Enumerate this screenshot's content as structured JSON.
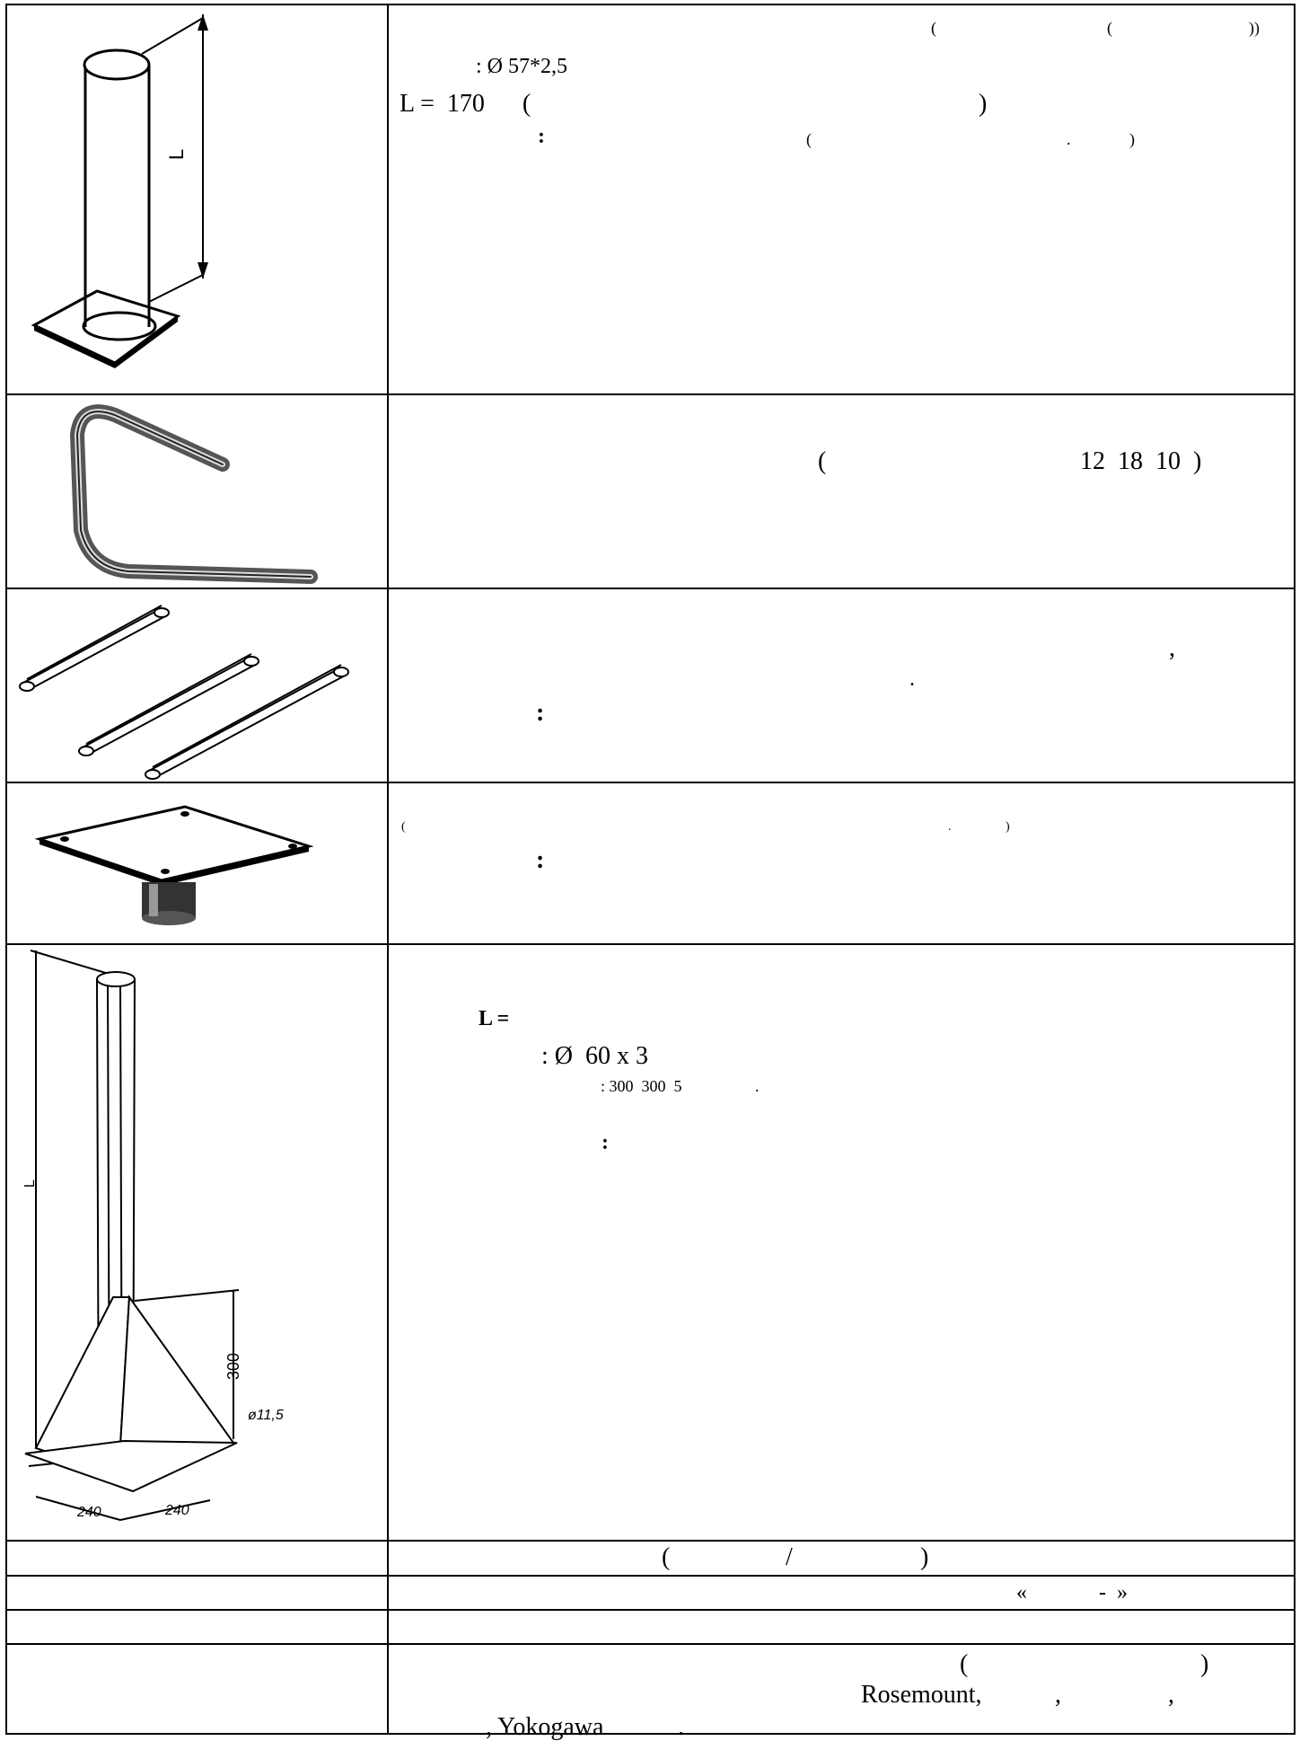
{
  "rows": [
    {
      "lines": [
        "(",
        "(",
        "))",
        ": Ø 57*2,5",
        "L =  170      (",
        ")",
        ":",
        "(",
        ".",
        ")"
      ]
    },
    {
      "lines": [
        "(",
        "12  18  10  )"
      ]
    },
    {
      "lines": [
        ",",
        ".",
        ":"
      ]
    },
    {
      "lines": [
        "(",
        ".",
        ")",
        ":"
      ]
    },
    {
      "lines": [
        "L =",
        ": Ø  60 x 3",
        ": 300  300  5",
        ".",
        ":"
      ],
      "drawing_labels": [
        "L",
        "300",
        "ø11,5",
        "240",
        "240"
      ]
    },
    {
      "lines": [
        "(",
        "/",
        ")"
      ]
    },
    {
      "lines": [
        "«",
        "-  »"
      ]
    },
    {
      "lines": []
    },
    {
      "lines": [
        "(",
        ")",
        "Rosemount,",
        ",",
        ",",
        ", Yokogawa",
        "."
      ]
    }
  ],
  "pipe_label": "L"
}
